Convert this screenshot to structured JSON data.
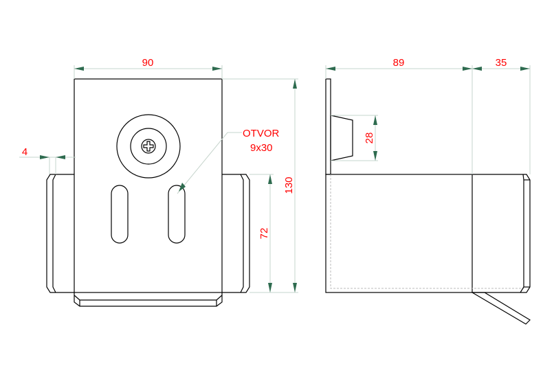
{
  "drawing": {
    "front_view": {
      "dim_width": "90",
      "dim_height_total": "130",
      "dim_flange_height": "72",
      "dim_flange_thickness": "4",
      "hole_label_line1": "OTVOR",
      "hole_label_line2": "9x30"
    },
    "side_view": {
      "dim_depth": "89",
      "dim_flange_depth": "35",
      "dim_boss_height": "28"
    },
    "colors": {
      "dimension_text": "#ff0000",
      "arrow": "#2e6b4f",
      "outline": "#000000"
    }
  }
}
